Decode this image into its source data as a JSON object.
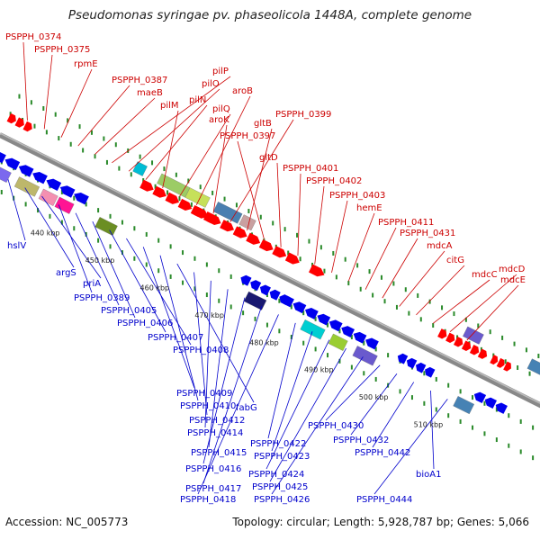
{
  "title": "Pseudomonas syringae pv. phaseolicola 1448A, complete genome",
  "footer": {
    "accession": "Accession: NC_005773",
    "summary": "Topology: circular; Length: 5,928,787 bp; Genes: 5,066"
  },
  "colors": {
    "forward_label": "#cc0000",
    "reverse_label": "#0000cc",
    "backbone": "#888888",
    "forward_arrow": "#ff0000",
    "reverse_arrow": "#0000ee",
    "tick": "#2a8a2a"
  },
  "ticks": [
    "440 kbp",
    "450 kbp",
    "460 kbp",
    "470 kbp",
    "480 kbp",
    "490 kbp",
    "500 kbp",
    "510 kbp"
  ],
  "forward_labels": [
    "PSPPH_0374",
    "PSPPH_0375",
    "rpmE",
    "PSPPH_0387",
    "maeB",
    "pilP",
    "pilO",
    "pilN",
    "pilM",
    "pilQ",
    "aroB",
    "aroK",
    "PSPPH_0399",
    "gltB",
    "PSPPH_0397",
    "gltD",
    "PSPPH_0401",
    "PSPPH_0402",
    "PSPPH_0403",
    "hemE",
    "PSPPH_0411",
    "PSPPH_0431",
    "mdcA",
    "citG",
    "mdcC",
    "mdcD",
    "mdcE"
  ],
  "reverse_labels": [
    "hslV",
    "argS",
    "priA",
    "PSPPH_0389",
    "PSPPH_0405",
    "PSPPH_0406",
    "PSPPH_0407",
    "PSPPH_0408",
    "PSPPH_0409",
    "PSPPH_0410",
    "fabG",
    "PSPPH_0412",
    "PSPPH_0414",
    "PSPPH_0415",
    "PSPPH_0416",
    "PSPPH_0417",
    "PSPPH_0418",
    "PSPPH_0422",
    "PSPPH_0423",
    "PSPPH_0424",
    "PSPPH_0425",
    "PSPPH_0426",
    "PSPPH_0430",
    "PSPPH_0432",
    "PSPPH_0442",
    "bioA1",
    "PSPPH_0444"
  ]
}
